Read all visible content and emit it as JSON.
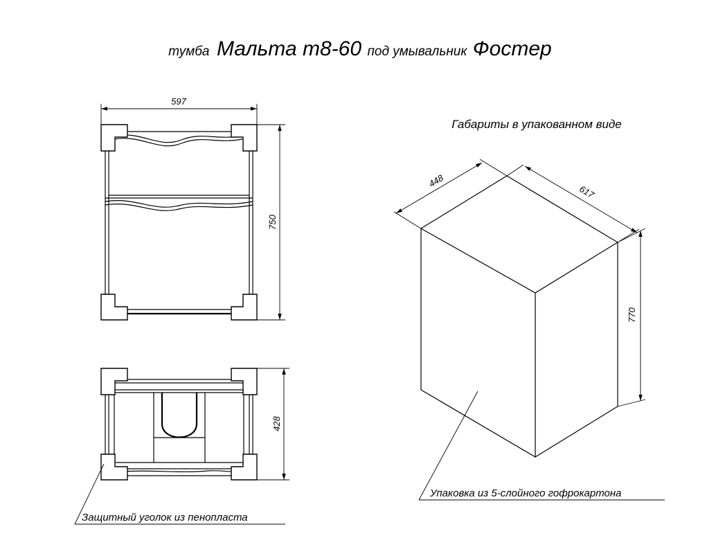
{
  "title": {
    "prefix": "тумба",
    "model": "Мальта т8-60",
    "middle": "под умывальник",
    "basin": "Фостер"
  },
  "front_view": {
    "width_label": "597",
    "height_label": "750"
  },
  "top_view": {
    "depth_label": "428",
    "callout": "Защитный уголок из пенопласта"
  },
  "package": {
    "heading": "Габариты в упакованном виде",
    "depth_label": "448",
    "width_label": "617",
    "height_label": "770",
    "callout": "Упаковка из 5-слойного гофрокартона"
  }
}
